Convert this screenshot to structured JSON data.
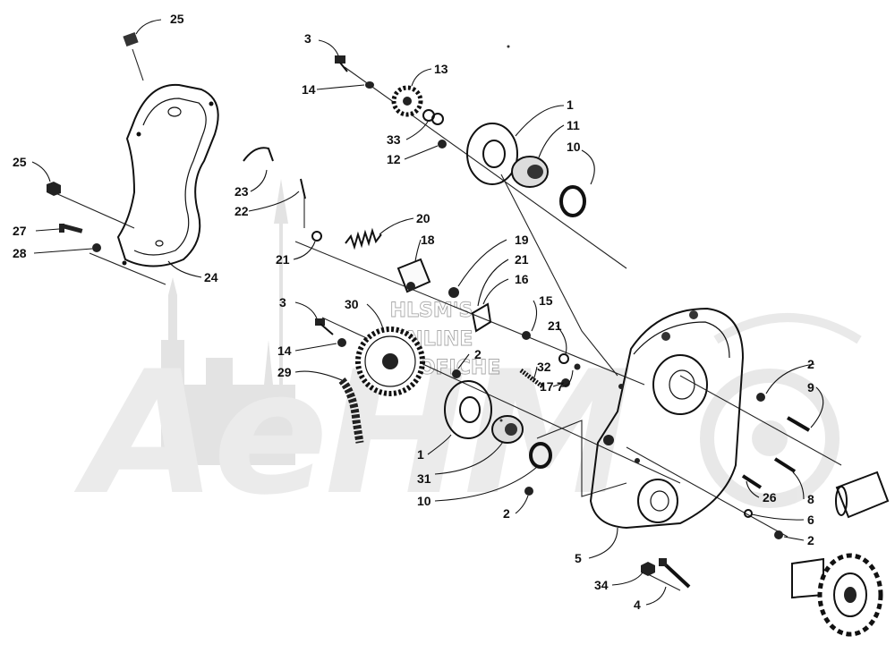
{
  "watermark": {
    "brand": "AeHM",
    "caption_lines": [
      "HLSM'S",
      "ONLINE",
      "MICROFICHE"
    ]
  },
  "callouts": [
    "25",
    "25",
    "27",
    "28",
    "24",
    "23",
    "22",
    "21",
    "20",
    "18",
    "3",
    "14",
    "13",
    "33",
    "12",
    "1",
    "11",
    "10",
    "19",
    "21",
    "16",
    "15",
    "21",
    "3",
    "14",
    "30",
    "29",
    "2",
    "32",
    "17",
    "7",
    "1",
    "31",
    "10",
    "2",
    "5",
    "34",
    "4",
    "26",
    "2",
    "9",
    "8",
    "6",
    "2"
  ]
}
